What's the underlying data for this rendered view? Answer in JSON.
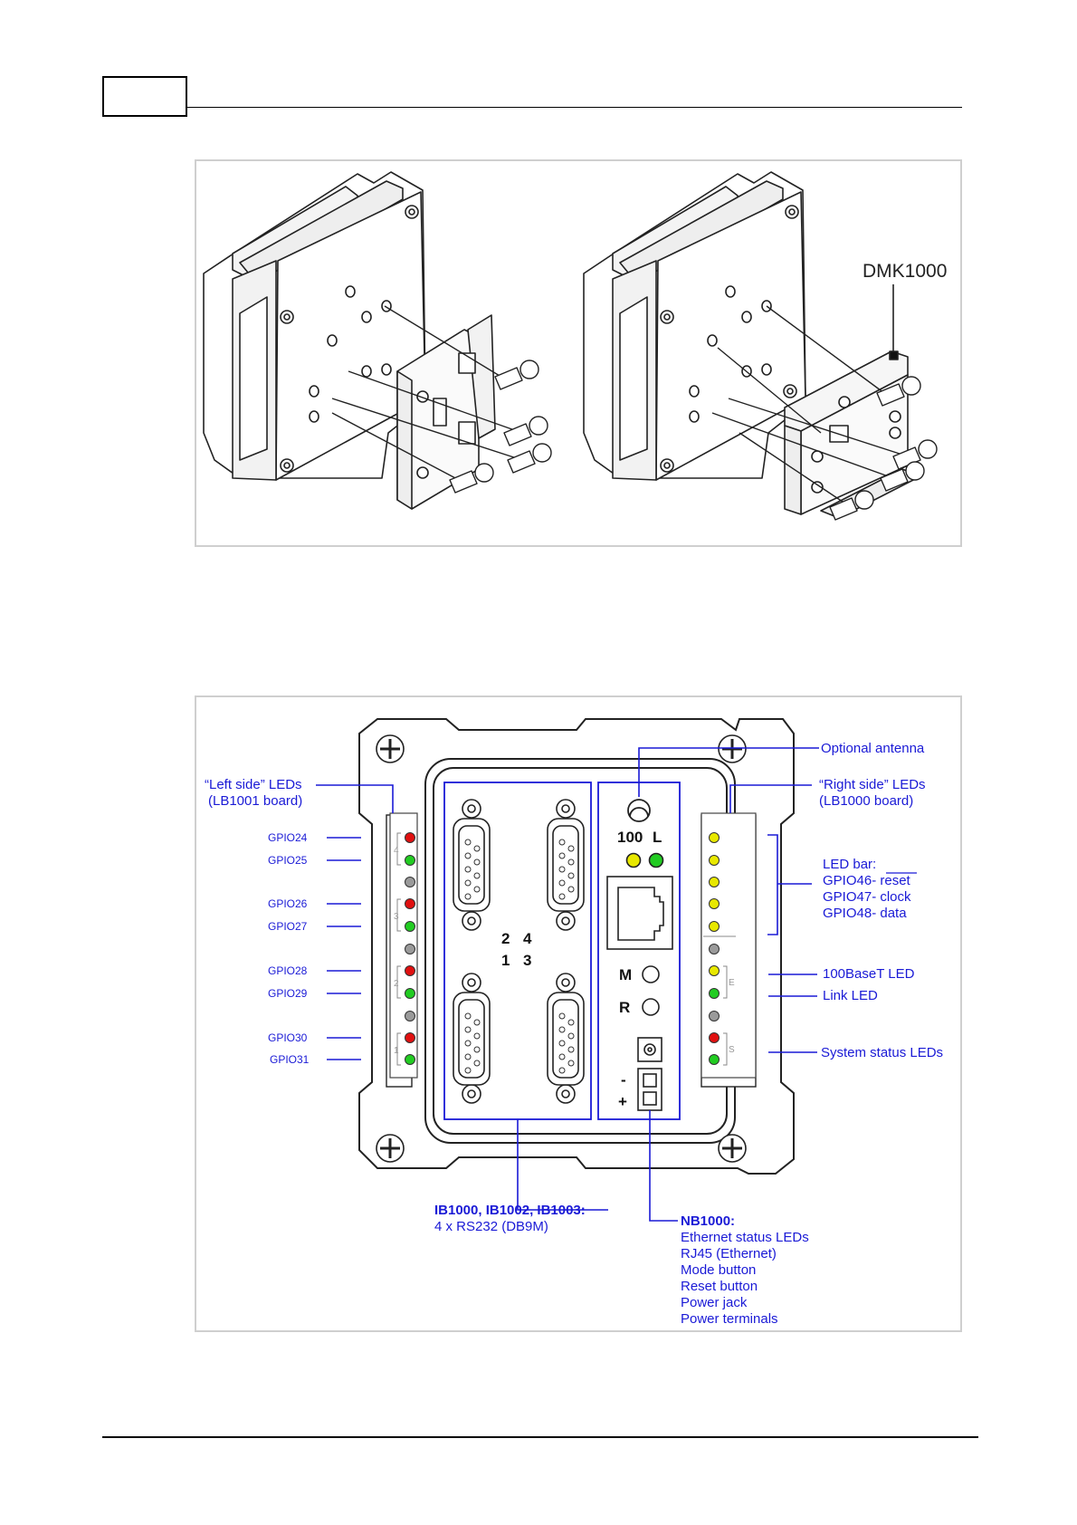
{
  "figure1": {
    "callout": "DMK1000"
  },
  "figure2": {
    "labels": {
      "optional_antenna": "Optional antenna",
      "left_leds_1": "“Left side” LEDs",
      "left_leds_2": "(LB1001 board)",
      "right_leds_1": "“Right side” LEDs",
      "right_leds_2": "(LB1000 board)",
      "led_bar": "LED bar:",
      "gpio46": "GPIO46- reset",
      "gpio47": "GPIO47- clock",
      "gpio48": "GPIO48- data",
      "base100": "100BaseT LED",
      "link_led": "Link LED",
      "system_status": "System status LEDs",
      "ib_title": "IB1000, IB1002, IB1003:",
      "ib_desc": "4 x RS232 (DB9M)",
      "nb_title": "NB1000:",
      "nb_items": [
        "Ethernet status LEDs",
        "RJ45 (Ethernet)",
        "Mode button",
        "Reset button",
        "Power jack",
        "Power terminals"
      ]
    },
    "gpio_left": [
      "GPIO24",
      "GPIO25",
      "GPIO26",
      "GPIO27",
      "GPIO28",
      "GPIO29",
      "GPIO30",
      "GPIO31"
    ],
    "port_numbers": {
      "n2": "2",
      "n4": "4",
      "n1": "1",
      "n3": "3"
    },
    "led_header": {
      "n100": "100",
      "l": "L"
    },
    "buttons": {
      "m": "M",
      "r": "R"
    },
    "terminals": {
      "minus": "-",
      "plus": "+"
    },
    "group_digits_left": [
      "4",
      "3",
      "2",
      "1"
    ],
    "group_letters_right": [
      "E",
      "S"
    ],
    "colors": {
      "label_blue": "#1a1ad6",
      "led_red": "#e01010",
      "led_green": "#22cc22",
      "led_yellow": "#e8e800",
      "led_gray": "#9a9a9a"
    }
  }
}
